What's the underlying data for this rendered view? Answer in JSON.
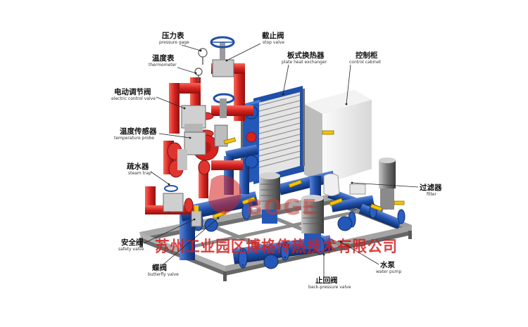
{
  "labels": {
    "pressure_gage": {
      "cn": "压力表",
      "en": "pressure gage"
    },
    "stop_valve": {
      "cn": "截止阀",
      "en": "stop valve"
    },
    "thermometer": {
      "cn": "温度表",
      "en": "thermometer"
    },
    "plate_heat_exchanger": {
      "cn": "板式换热器",
      "en": "plate heat exchanger"
    },
    "control_cabinet": {
      "cn": "控制柜",
      "en": "control cabinet"
    },
    "electric_control_valve": {
      "cn": "电动调节阀",
      "en": "electric control valve"
    },
    "temperature_probe": {
      "cn": "温度传感器",
      "en": "temperature probe"
    },
    "steam_trap": {
      "cn": "疏水器",
      "en": "steam trap"
    },
    "filter": {
      "cn": "过滤器",
      "en": "filter"
    },
    "safety_valve": {
      "cn": "安全阀",
      "en": "safety valve"
    },
    "butterfly_valve": {
      "cn": "蝶阀",
      "en": "butterfly valve"
    },
    "water_pump": {
      "cn": "水泵",
      "en": "water pump"
    },
    "back_pressure_valve": {
      "cn": "止回阀",
      "en": "back-pressure valve"
    }
  },
  "watermark": {
    "logo_text": "BOGE",
    "company": "苏州工业园区博格传热技术有限公司"
  },
  "colors": {
    "pipe_blue": "#1f4fa8",
    "pipe_red": "#d8221f",
    "frame_gray": "#8c8c8c",
    "cabinet": "#efefef",
    "valve_yellow": "#f5c400",
    "watermark_red": "#d42020"
  }
}
